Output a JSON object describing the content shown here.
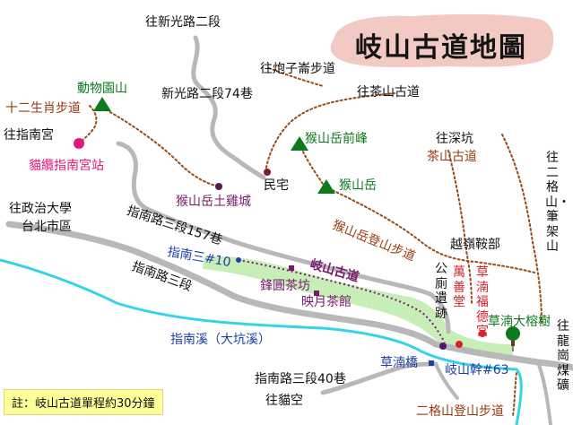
{
  "title": "岐山古道地圖",
  "note": "註：岐山古道單程約30分鐘",
  "colors": {
    "road": "#b8b8b8",
    "river": "#35d3ea",
    "trail": "#9a4a14",
    "main_trail": "#7a1a6e",
    "highlight": "#c8eeb8",
    "banner": "#f3c9c3",
    "note_bg": "#ffff99"
  },
  "labels": {
    "to_xinguang_2": "往新光路二段",
    "xinguang_74": "新光路二段74巷",
    "to_paozi_lun": "往炮子崙步道",
    "to_chashan": "往茶山古道",
    "zoo_mountain": "動物園山",
    "zodiac_trail": "十二生肖步道",
    "to_zhinan_temple": "往指南宮",
    "maokong_station": "貓纜指南宮站",
    "monkey_front_peak": "猴山岳前峰",
    "residence": "民宅",
    "monkey_chicken_city": "猴山岳土雞城",
    "monkey_mountain": "猴山岳",
    "to_shenkeng": "往深坑",
    "chashan_trail": "茶山古道",
    "to_erge_mountain": "往二格山・筆架山",
    "to_nccu": "往政治大學",
    "taipei_urban": "台北市區",
    "zhinan_157": "指南路三段157巷",
    "monkey_trail": "猴山岳登山步道",
    "yueling_pass": "越嶺鞍部",
    "zhinan_3_10": "指南三#10",
    "qishan_trail": "岐山古道",
    "fengyuan_tea": "鋒圓茶坊",
    "yingyue_tea": "映月茶館",
    "gong_ruins": "公廁遺跡",
    "wanshan_hall": "萬善堂",
    "caonan_temple": "草湳福德宮",
    "caonan_banyan": "草湳大榕樹",
    "zhinan_3": "指南路三段",
    "zhinan_river": "指南溪（大坑溪）",
    "to_longshang": "往龍崗煤礦",
    "caonan_bridge": "草湳橋",
    "qishan_63": "岐山幹#63",
    "zhinan_3_40": "指南路三段40巷",
    "to_maokong": "往貓空",
    "erge_trail": "二格山登山步道"
  }
}
